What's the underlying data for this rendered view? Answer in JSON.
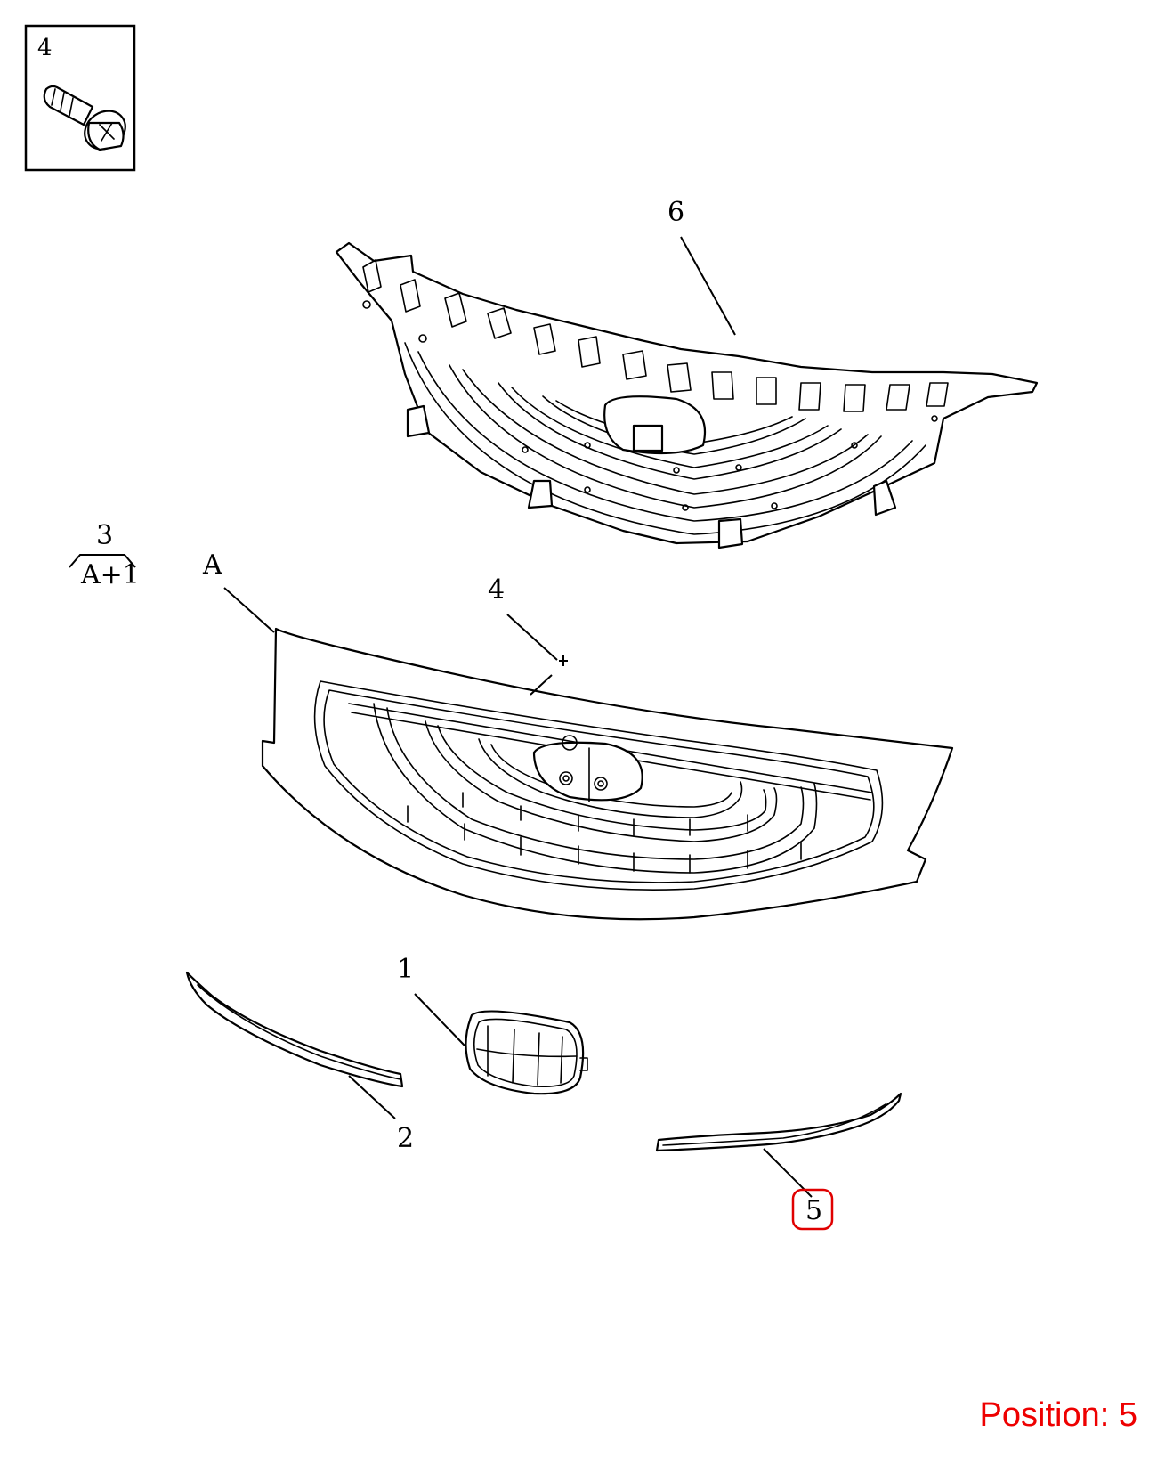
{
  "callouts": {
    "screw_inset_number": "4",
    "bracket_number": "6",
    "ref_number": "3",
    "ref_formula": "A+1",
    "grille_letter": "A",
    "screw_number": "4",
    "emblem_number": "1",
    "left_trim_number": "2",
    "right_trim_number": "5"
  },
  "highlight": {
    "callout": "5",
    "color": "#e00000"
  },
  "position_label": {
    "text": "Position: 5",
    "color": "#ee0000"
  }
}
